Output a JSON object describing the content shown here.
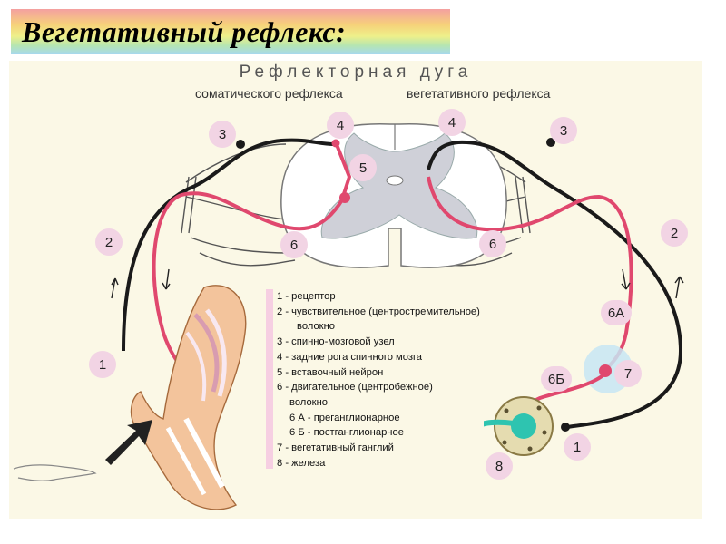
{
  "slide_title": "Вегетативный  рефлекс:",
  "diagram": {
    "arc_title": "Рефлекторная   дуга",
    "subtitle_left": "соматического рефлекса",
    "subtitle_right": "вегетативного рефлекса",
    "labels": {
      "l3": "3",
      "l4": "4",
      "l5": "5",
      "l6": "6",
      "l2": "2",
      "l1": "1",
      "r4": "4",
      "r3": "3",
      "r6": "6",
      "r2": "2",
      "r6a": "6А",
      "r6b": "6Б",
      "r7": "7",
      "r1": "1",
      "r8": "8"
    },
    "legend": [
      {
        "text": "1 - рецептор",
        "indent": 0
      },
      {
        "text": "2 - чувствительное  (центростремительное)",
        "indent": 0
      },
      {
        "text": "волокно",
        "indent": 2
      },
      {
        "text": "3 - спинно-мозговой узел",
        "indent": 0
      },
      {
        "text": "4 - задние рога спинного мозга",
        "indent": 0
      },
      {
        "text": "5 - вставочный нейрон",
        "indent": 0
      },
      {
        "text": "6 - двигательное (центробежное)",
        "indent": 0
      },
      {
        "text": "волокно",
        "indent": 1
      },
      {
        "text": "6 А - преганглионарное",
        "indent": 1
      },
      {
        "text": "6 Б - постганглионарное",
        "indent": 1
      },
      {
        "text": "7 - вегетативный ганглий",
        "indent": 0
      },
      {
        "text": "8 - железа",
        "indent": 0
      }
    ]
  },
  "colors": {
    "sensory": "#1a1a1a",
    "motor": "#e0486e",
    "grey_matter": "#cfd0d8",
    "badge": "#f2d4e4",
    "arm": "#f3c49c"
  }
}
